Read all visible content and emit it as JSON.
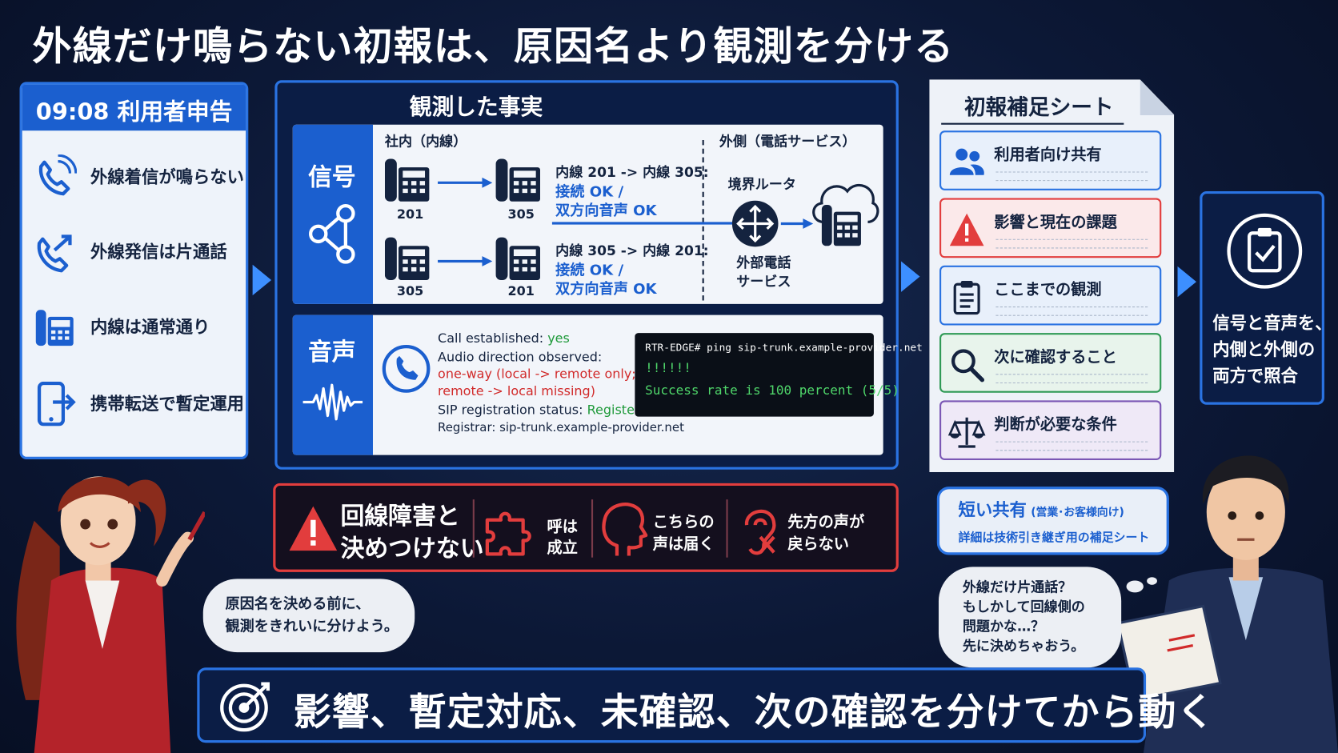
{
  "title": "外線だけ鳴らない初報は、原因名より観測を分ける",
  "report": {
    "header": "09:08 利用者申告",
    "items": [
      {
        "label": "外線着信が鳴らない",
        "icon": "ringing-phone-icon"
      },
      {
        "label": "外線発信は片通話",
        "icon": "outgoing-call-icon"
      },
      {
        "label": "内線は通常通り",
        "icon": "desk-phone-icon"
      },
      {
        "label": "携帯転送で暫定運用",
        "icon": "mobile-forward-icon"
      }
    ]
  },
  "facts": {
    "title": "観測した事実",
    "signal": {
      "label": "信号",
      "internal_header": "社内（内線）",
      "external_header": "外側（電話サービス）",
      "row1": {
        "from": "201",
        "to": "305",
        "line": "内線 201 -> 内線 305:",
        "status1": "接続 OK /",
        "status2": "双方向音声 OK"
      },
      "row2": {
        "from": "305",
        "to": "201",
        "line": "内線 305 -> 内線 201:",
        "status1": "接続 OK /",
        "status2": "双方向音声 OK"
      },
      "router_label": "境界ルータ",
      "service_label1": "外部電話",
      "service_label2": "サービス"
    },
    "voice": {
      "label": "音声",
      "call_label": "Call  established:",
      "call_value": "yes",
      "audio_label": "Audio direction observed:",
      "audio_line1": "one-way (local -> remote only;",
      "audio_line2": "remote -> local missing)",
      "sip_label": "SIP registration status:",
      "sip_value": "Registered",
      "registrar_label": "Registrar:",
      "registrar_value": "sip-trunk.example-provider.net"
    },
    "terminal": {
      "command": "RTR-EDGE# ping sip-trunk.example-provider.net",
      "result": "!!!!!!",
      "success": "Success rate is 100 percent (5/5)"
    }
  },
  "sheet": {
    "title": "初報補足シート",
    "items": [
      {
        "label": "利用者向け共有",
        "icon": "users-icon",
        "color": "#2a73e2"
      },
      {
        "label": "影響と現在の課題",
        "icon": "warning-icon",
        "color": "#e23d3d"
      },
      {
        "label": "ここまでの観測",
        "icon": "clipboard-icon",
        "color": "#2a73e2"
      },
      {
        "label": "次に確認すること",
        "icon": "search-icon",
        "color": "#2f9a55"
      },
      {
        "label": "判断が必要な条件",
        "icon": "scale-icon",
        "color": "#7b57b5"
      }
    ]
  },
  "goal": {
    "line1": "信号と音声を、",
    "line2": "内側と外側の",
    "line3": "両方で照合"
  },
  "warning": {
    "main1": "回線障害と",
    "main2": "決めつけない",
    "item1a": "呼は",
    "item1b": "成立",
    "item2a": "こちらの",
    "item2b": "声は届く",
    "item3a": "先方の声が",
    "item3b": "戻らない"
  },
  "share": {
    "title": "短い共有",
    "title_note": "(営業･お客様向け)",
    "subtitle": "詳細は技術引き継ぎ用の補足シート"
  },
  "bubble_left": {
    "line1": "原因名を決める前に、",
    "line2": "観測をきれいに分けよう。"
  },
  "bubble_right": {
    "line1": "外線だけ片通話？",
    "line2": "もしかして回線側の",
    "line3": "問題かな…？",
    "line4": "先に決めちゃおう。"
  },
  "bottom": "影響、暫定対応、未確認、次の確認を分けてから動く",
  "colors": {
    "accent": "#2a73e2",
    "danger": "#e23d3d",
    "navy": "#0b1d45"
  }
}
